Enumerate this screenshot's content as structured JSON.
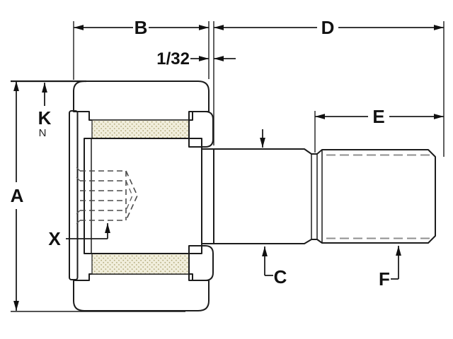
{
  "drawing": {
    "type": "cam-follower-stud-bearing-cross-section",
    "labels": {
      "a": "A",
      "b": "B",
      "c": "C",
      "d": "D",
      "e": "E",
      "f": "F",
      "k": "K",
      "k_sub": "N",
      "x": "X",
      "clearance": "1/32"
    },
    "colors": {
      "line": "#1c1c1c",
      "hatch": "#777777",
      "needle_fill": "#f1eedc",
      "needle_dots": "#a9a06c",
      "background": "#ffffff"
    }
  }
}
